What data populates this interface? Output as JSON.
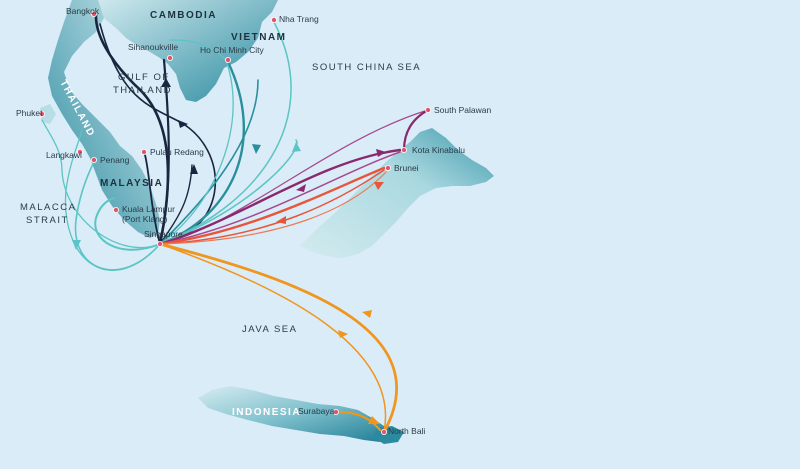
{
  "colors": {
    "sea": "#d9ecf7",
    "land_light": "#c3e3ea",
    "land_dark": "#2c8ea2",
    "port_dot": "#e0556a",
    "route_navy": "#1a2540",
    "route_teal": "#2a8f9c",
    "route_aqua": "#5cc4c4",
    "route_purple": "#8a2a6e",
    "route_red": "#e8553a",
    "route_orange": "#f0951e"
  },
  "country_labels": {
    "cambodia": "CAMBODIA",
    "vietnam": "VIETNAM",
    "thailand": "THAILAND",
    "malaysia": "MALAYSIA",
    "indonesia": "INDONESIA"
  },
  "sea_labels": {
    "gulf_line1": "GULF OF",
    "gulf_line2": "THAILAND",
    "south_china_sea": "SOUTH CHINA SEA",
    "malacca_line1": "MALACCA",
    "malacca_line2": "STRAIT",
    "java_sea": "JAVA SEA"
  },
  "ports": {
    "bangkok": "Bangkok",
    "sihanoukville": "Sihanoukville",
    "nha_trang": "Nha Trang",
    "ho_chi_minh": "Ho Chi Minh City",
    "south_palawan": "South Palawan",
    "phuket": "Phuket",
    "langkawi": "Langkawi",
    "penang": "Penang",
    "pulau_redang": "Pulau Redang",
    "kota_kinabalu": "Kota Kinabalu",
    "brunei": "Brunei",
    "kuala_lumpur_line1": "Kuala Lampur",
    "kuala_lumpur_line2": "(Port Klang)",
    "singapore": "Singapore",
    "surabaya": "Surabaya",
    "north_bali": "North Bali"
  }
}
